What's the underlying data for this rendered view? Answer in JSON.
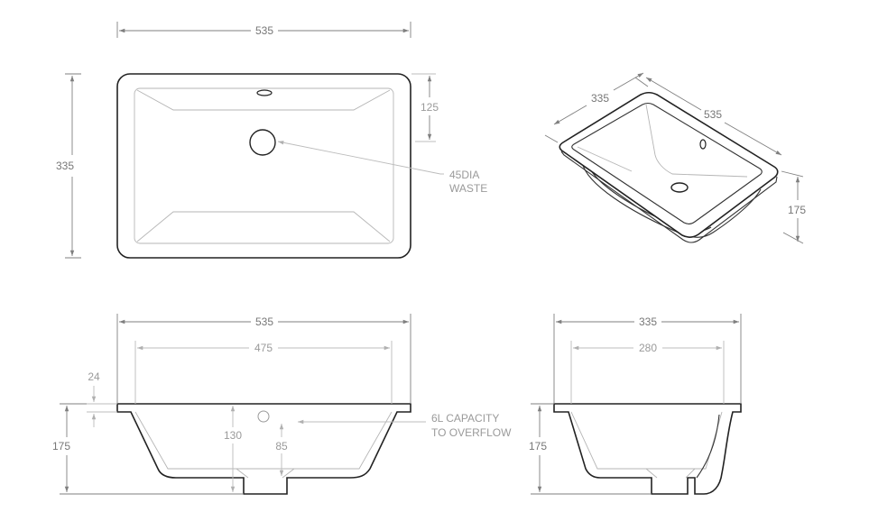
{
  "top_view": {
    "width": "535",
    "height": "335",
    "waste_offset": "125",
    "waste_note_line1": "45DIA",
    "waste_note_line2": "WASTE"
  },
  "iso_view": {
    "depth": "335",
    "width": "535",
    "height": "175"
  },
  "front_view": {
    "outer_width": "535",
    "inner_width": "475",
    "rim": "24",
    "height": "175",
    "overflow_height": "130",
    "capacity_height": "85",
    "capacity_note_line1": "6L CAPACITY",
    "capacity_note_line2": "TO OVERFLOW"
  },
  "side_view": {
    "outer_width": "335",
    "inner_width": "280",
    "height": "175"
  },
  "colors": {
    "outline": "#222222",
    "dimension": "#7f7f7f",
    "inner": "#b5b5b5"
  }
}
